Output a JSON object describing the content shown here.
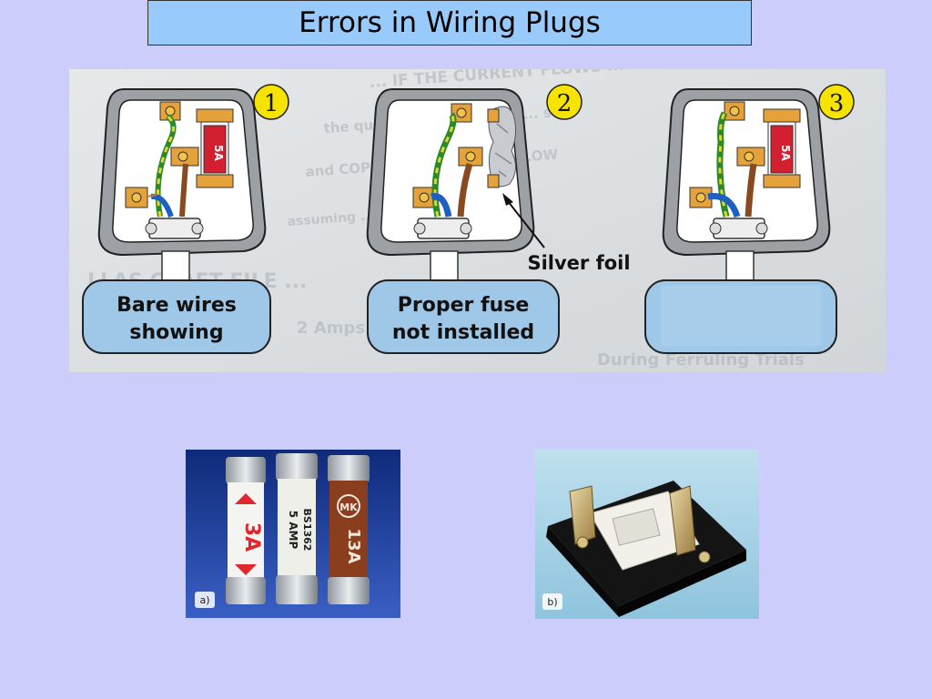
{
  "title": "Errors in Wiring Plugs",
  "plugs": [
    {
      "number": "1",
      "caption_line1": "Bare wires",
      "caption_line2": "showing",
      "fuse_label": "5A"
    },
    {
      "number": "2",
      "caption_line1": "Proper fuse",
      "caption_line2": "not installed",
      "annotation": "Silver foil"
    },
    {
      "number": "3",
      "caption_line1": "",
      "caption_line2": "",
      "fuse_label": "5A"
    }
  ],
  "photos": {
    "fuses": {
      "label": "a)",
      "fuse_texts": [
        "3A",
        "5 AMP",
        "BS1362",
        "MK",
        "13A"
      ]
    },
    "holder": {
      "label": "b)"
    }
  }
}
